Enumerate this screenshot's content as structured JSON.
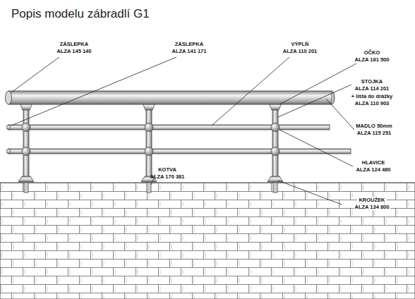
{
  "diagram": {
    "title": "Popis modelu zábradlí G1",
    "labels": [
      "ZÁSLEPKA",
      "ALZA 145 140",
      "ZÁSLEPKA",
      "ALZA 141 171",
      "VÝPLŇ",
      "ALZA 110 201",
      "OČKO",
      "ALZA 181 500",
      "STOJKA",
      "ALZA 114 201",
      "+ lišta do drážky",
      "ALZA 110 903",
      "MADLO 50mm",
      "ALZA 115 251",
      "HLAVICE",
      "ALZA 124 480",
      "KOTVA",
      "ALZA 170 381",
      "KROUŽEK",
      "ALZA 134 800"
    ]
  }
}
